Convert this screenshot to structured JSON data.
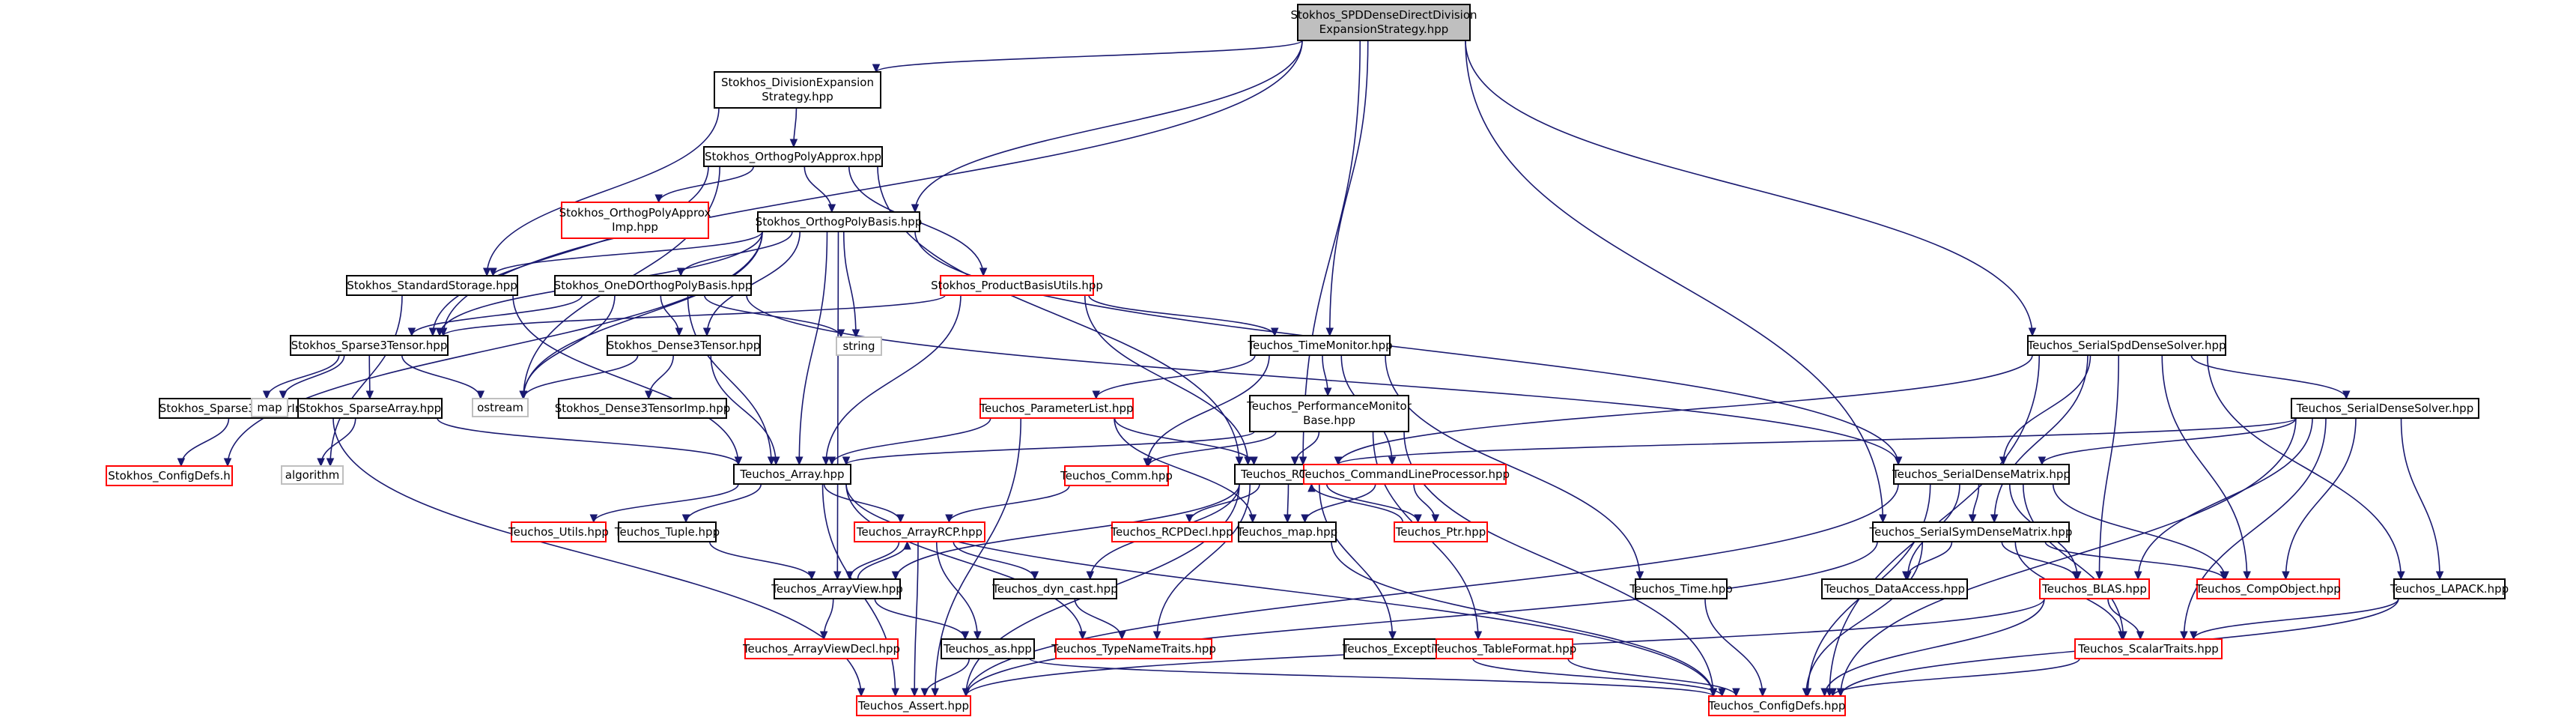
{
  "colors": {
    "edge": "#191970",
    "root_fill": "#bfbfbf",
    "root_border": "#000000",
    "doc_border": "#000000",
    "trunc_border": "#ff0000",
    "sys_border": "#bfbfbf"
  },
  "nodes": [
    {
      "id": "root",
      "label": "Stokhos_SPDDenseDirectDivision",
      "label2": "ExpansionStrategy.hpp",
      "kind": "root"
    },
    {
      "id": "divexp",
      "label": "Stokhos_DivisionExpansion",
      "label2": "Strategy.hpp",
      "kind": "doc"
    },
    {
      "id": "orthapprox",
      "label": "Stokhos_OrthogPolyApprox.hpp",
      "kind": "doc"
    },
    {
      "id": "orthapproximp",
      "label": "Stokhos_OrthogPolyApprox",
      "label2": "Imp.hpp",
      "kind": "trunc"
    },
    {
      "id": "orthbasis",
      "label": "Stokhos_OrthogPolyBasis.hpp",
      "kind": "doc"
    },
    {
      "id": "stdstorage",
      "label": "Stokhos_StandardStorage.hpp",
      "kind": "doc"
    },
    {
      "id": "oned",
      "label": "Stokhos_OneDOrthogPolyBasis.hpp",
      "kind": "doc"
    },
    {
      "id": "prodbasis",
      "label": "Stokhos_ProductBasisUtils.hpp",
      "kind": "trunc"
    },
    {
      "id": "sparse3",
      "label": "Stokhos_Sparse3Tensor.hpp",
      "kind": "doc"
    },
    {
      "id": "dense3",
      "label": "Stokhos_Dense3Tensor.hpp",
      "kind": "doc"
    },
    {
      "id": "string",
      "label": "string",
      "kind": "sys"
    },
    {
      "id": "timemon",
      "label": "Teuchos_TimeMonitor.hpp",
      "kind": "doc"
    },
    {
      "id": "sparse3imp",
      "label": "Stokhos_Sparse3TensorImp.hpp",
      "kind": "doc"
    },
    {
      "id": "map",
      "label": "map",
      "kind": "sys"
    },
    {
      "id": "sparsearray",
      "label": "Stokhos_SparseArray.hpp",
      "kind": "doc"
    },
    {
      "id": "ostream",
      "label": "ostream",
      "kind": "sys"
    },
    {
      "id": "dense3imp",
      "label": "Stokhos_Dense3TensorImp.hpp",
      "kind": "doc"
    },
    {
      "id": "paramlist",
      "label": "Teuchos_ParameterList.hpp",
      "kind": "trunc"
    },
    {
      "id": "perfmon",
      "label": "Teuchos_PerformanceMonitor",
      "label2": "Base.hpp",
      "kind": "doc"
    },
    {
      "id": "configdefs_s",
      "label": "Stokhos_ConfigDefs.h",
      "kind": "trunc"
    },
    {
      "id": "algorithm",
      "label": "algorithm",
      "kind": "sys"
    },
    {
      "id": "array",
      "label": "Teuchos_Array.hpp",
      "kind": "doc"
    },
    {
      "id": "comm",
      "label": "Teuchos_Comm.hpp",
      "kind": "trunc"
    },
    {
      "id": "rcp",
      "label": "Teuchos_RCP.hpp",
      "kind": "doc"
    },
    {
      "id": "cmdline",
      "label": "Teuchos_CommandLineProcessor.hpp",
      "kind": "trunc"
    },
    {
      "id": "spdsolver",
      "label": "Teuchos_SerialSpdDenseSolver.hpp",
      "kind": "doc"
    },
    {
      "id": "densesolver",
      "label": "Teuchos_SerialDenseSolver.hpp",
      "kind": "doc"
    },
    {
      "id": "densematrix",
      "label": "Teuchos_SerialDenseMatrix.hpp",
      "kind": "doc"
    },
    {
      "id": "utils",
      "label": "Teuchos_Utils.hpp",
      "kind": "trunc"
    },
    {
      "id": "tuple",
      "label": "Teuchos_Tuple.hpp",
      "kind": "doc"
    },
    {
      "id": "arrayrcp",
      "label": "Teuchos_ArrayRCP.hpp",
      "kind": "trunc"
    },
    {
      "id": "rcpdecl",
      "label": "Teuchos_RCPDecl.hpp",
      "kind": "trunc"
    },
    {
      "id": "tmap",
      "label": "Teuchos_map.hpp",
      "kind": "doc"
    },
    {
      "id": "ptr",
      "label": "Teuchos_Ptr.hpp",
      "kind": "trunc"
    },
    {
      "id": "symdense",
      "label": "Teuchos_SerialSymDenseMatrix.hpp",
      "kind": "doc"
    },
    {
      "id": "arrayview",
      "label": "Teuchos_ArrayView.hpp",
      "kind": "doc"
    },
    {
      "id": "dyncast",
      "label": "Teuchos_dyn_cast.hpp",
      "kind": "doc"
    },
    {
      "id": "time",
      "label": "Teuchos_Time.hpp",
      "kind": "doc"
    },
    {
      "id": "dataaccess",
      "label": "Teuchos_DataAccess.hpp",
      "kind": "doc"
    },
    {
      "id": "blas",
      "label": "Teuchos_BLAS.hpp",
      "kind": "trunc"
    },
    {
      "id": "compobj",
      "label": "Teuchos_CompObject.hpp",
      "kind": "trunc"
    },
    {
      "id": "lapack",
      "label": "Teuchos_LAPACK.hpp",
      "kind": "doc"
    },
    {
      "id": "arrayviewdecl",
      "label": "Teuchos_ArrayViewDecl.hpp",
      "kind": "trunc"
    },
    {
      "id": "as",
      "label": "Teuchos_as.hpp",
      "kind": "doc"
    },
    {
      "id": "typename",
      "label": "Teuchos_TypeNameTraits.hpp",
      "kind": "trunc"
    },
    {
      "id": "exceptions",
      "label": "Teuchos_Exceptions.hpp",
      "kind": "doc"
    },
    {
      "id": "tableformat",
      "label": "Teuchos_TableFormat.hpp",
      "kind": "trunc"
    },
    {
      "id": "scalartraits",
      "label": "Teuchos_ScalarTraits.hpp",
      "kind": "trunc"
    },
    {
      "id": "assert",
      "label": "Teuchos_Assert.hpp",
      "kind": "trunc"
    },
    {
      "id": "configdefs_t",
      "label": "Teuchos_ConfigDefs.hpp",
      "kind": "trunc"
    }
  ],
  "edges": [
    [
      "root",
      "divexp"
    ],
    [
      "root",
      "orthbasis"
    ],
    [
      "root",
      "sparse3"
    ],
    [
      "root",
      "timemon"
    ],
    [
      "root",
      "rcp"
    ],
    [
      "root",
      "spdsolver"
    ],
    [
      "root",
      "symdense"
    ],
    [
      "divexp",
      "orthapprox"
    ],
    [
      "divexp",
      "stdstorage"
    ],
    [
      "orthapprox",
      "orthapproximp"
    ],
    [
      "orthapprox",
      "orthbasis"
    ],
    [
      "orthapprox",
      "prodbasis"
    ],
    [
      "orthapprox",
      "sparse3"
    ],
    [
      "orthapprox",
      "ostream"
    ],
    [
      "orthapprox",
      "rcp"
    ],
    [
      "orthbasis",
      "stdstorage"
    ],
    [
      "orthbasis",
      "oned"
    ],
    [
      "orthbasis",
      "sparse3"
    ],
    [
      "orthbasis",
      "dense3"
    ],
    [
      "orthbasis",
      "string"
    ],
    [
      "orthbasis",
      "ostream"
    ],
    [
      "orthbasis",
      "array"
    ],
    [
      "orthbasis",
      "densematrix"
    ],
    [
      "orthbasis",
      "arrayview"
    ],
    [
      "orthbasis",
      "configdefs_s"
    ],
    [
      "stdstorage",
      "algorithm"
    ],
    [
      "stdstorage",
      "array"
    ],
    [
      "oned",
      "sparse3"
    ],
    [
      "oned",
      "dense3"
    ],
    [
      "oned",
      "string"
    ],
    [
      "oned",
      "ostream"
    ],
    [
      "oned",
      "array"
    ],
    [
      "oned",
      "densematrix"
    ],
    [
      "prodbasis",
      "sparse3"
    ],
    [
      "prodbasis",
      "timemon"
    ],
    [
      "prodbasis",
      "array"
    ],
    [
      "prodbasis",
      "rcp"
    ],
    [
      "sparse3",
      "sparse3imp"
    ],
    [
      "sparse3",
      "map"
    ],
    [
      "sparse3",
      "sparsearray"
    ],
    [
      "sparse3",
      "ostream"
    ],
    [
      "sparse3imp",
      "configdefs_s"
    ],
    [
      "sparse3imp",
      "assert"
    ],
    [
      "sparsearray",
      "algorithm"
    ],
    [
      "sparsearray",
      "array"
    ],
    [
      "dense3",
      "dense3imp"
    ],
    [
      "dense3",
      "ostream"
    ],
    [
      "dense3",
      "array"
    ],
    [
      "timemon",
      "paramlist"
    ],
    [
      "timemon",
      "perfmon"
    ],
    [
      "timemon",
      "comm"
    ],
    [
      "timemon",
      "cmdline"
    ],
    [
      "timemon",
      "time"
    ],
    [
      "paramlist",
      "array"
    ],
    [
      "paramlist",
      "rcp"
    ],
    [
      "paramlist",
      "tmap"
    ],
    [
      "paramlist",
      "assert"
    ],
    [
      "perfmon",
      "array"
    ],
    [
      "perfmon",
      "comm"
    ],
    [
      "perfmon",
      "rcp"
    ],
    [
      "perfmon",
      "tableformat"
    ],
    [
      "perfmon",
      "configdefs_t"
    ],
    [
      "comm",
      "arrayrcp"
    ],
    [
      "cmdline",
      "tmap"
    ],
    [
      "cmdline",
      "ptr"
    ],
    [
      "array",
      "utils"
    ],
    [
      "array",
      "tuple"
    ],
    [
      "array",
      "arrayrcp"
    ],
    [
      "array",
      "assert"
    ],
    [
      "array",
      "typename"
    ],
    [
      "array",
      "configdefs_t"
    ],
    [
      "tuple",
      "arrayview"
    ],
    [
      "arrayrcp",
      "arrayview"
    ],
    [
      "arrayrcp",
      "dyncast"
    ],
    [
      "arrayrcp",
      "as"
    ],
    [
      "arrayrcp",
      "assert"
    ],
    [
      "arrayview",
      "arrayrcp"
    ],
    [
      "arrayview",
      "arrayviewdecl"
    ],
    [
      "arrayview",
      "as"
    ],
    [
      "as",
      "assert"
    ],
    [
      "as",
      "configdefs_t"
    ],
    [
      "dyncast",
      "typename"
    ],
    [
      "rcp",
      "rcpdecl"
    ],
    [
      "rcp",
      "tmap"
    ],
    [
      "rcp",
      "ptr"
    ],
    [
      "rcp",
      "arrayview"
    ],
    [
      "rcp",
      "dyncast"
    ],
    [
      "rcp",
      "typename"
    ],
    [
      "rcp",
      "exceptions"
    ],
    [
      "rcp",
      "assert"
    ],
    [
      "ptr",
      "rcp"
    ],
    [
      "tmap",
      "configdefs_t"
    ],
    [
      "exceptions",
      "configdefs_t"
    ],
    [
      "tableformat",
      "configdefs_t"
    ],
    [
      "time",
      "configdefs_t"
    ],
    [
      "spdsolver",
      "densesolver"
    ],
    [
      "spdsolver",
      "densematrix"
    ],
    [
      "spdsolver",
      "symdense"
    ],
    [
      "spdsolver",
      "blas"
    ],
    [
      "spdsolver",
      "compobj"
    ],
    [
      "spdsolver",
      "lapack"
    ],
    [
      "spdsolver",
      "rcp"
    ],
    [
      "spdsolver",
      "configdefs_t"
    ],
    [
      "densesolver",
      "densematrix"
    ],
    [
      "densesolver",
      "blas"
    ],
    [
      "densesolver",
      "compobj"
    ],
    [
      "densesolver",
      "lapack"
    ],
    [
      "densesolver",
      "scalartraits"
    ],
    [
      "densesolver",
      "rcp"
    ],
    [
      "densesolver",
      "configdefs_t"
    ],
    [
      "densematrix",
      "symdense"
    ],
    [
      "densematrix",
      "dataaccess"
    ],
    [
      "densematrix",
      "blas"
    ],
    [
      "densematrix",
      "compobj"
    ],
    [
      "densematrix",
      "scalartraits"
    ],
    [
      "densematrix",
      "assert"
    ],
    [
      "densematrix",
      "configdefs_t"
    ],
    [
      "symdense",
      "dataaccess"
    ],
    [
      "symdense",
      "blas"
    ],
    [
      "symdense",
      "compobj"
    ],
    [
      "symdense",
      "scalartraits"
    ],
    [
      "symdense",
      "assert"
    ],
    [
      "symdense",
      "configdefs_t"
    ],
    [
      "blas",
      "scalartraits"
    ],
    [
      "blas",
      "assert"
    ],
    [
      "blas",
      "configdefs_t"
    ],
    [
      "lapack",
      "scalartraits"
    ],
    [
      "lapack",
      "configdefs_t"
    ],
    [
      "scalartraits",
      "configdefs_t"
    ]
  ]
}
